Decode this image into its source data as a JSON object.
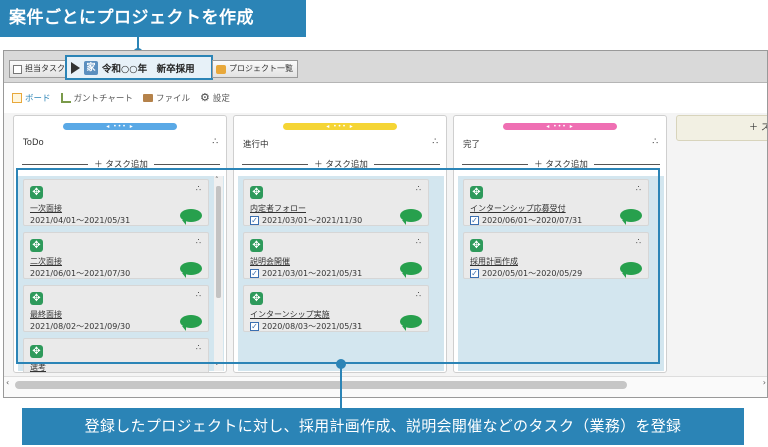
{
  "callouts": {
    "top": "案件ごとにプロジェクトを作成",
    "bottom": "登録したプロジェクトに対し、採用計画作成、説明会開催などのタスク（業務）を登録"
  },
  "toolbar": {
    "my_tasks_label": "担当タスク",
    "project_name": "令和○○年　新卒採用",
    "home_icon": "家",
    "project_list_label": "プロジェクト一覧"
  },
  "view_tabs": [
    {
      "label": "ボード",
      "icon": "board-icon",
      "active": true
    },
    {
      "label": "ガントチャート",
      "icon": "gantt-icon",
      "active": false
    },
    {
      "label": "ファイル",
      "icon": "folder-icon",
      "active": false
    },
    {
      "label": "設定",
      "icon": "gear-icon",
      "active": false
    }
  ],
  "add_task_label": "＋ タスク追加",
  "add_lane_label": "＋ ス",
  "lanes": [
    {
      "title": "ToDo",
      "color": "#5aa9e6",
      "cards": [
        {
          "title": "一次面接",
          "date": "2021/04/01～2021/05/31",
          "checked": false
        },
        {
          "title": "二次面接",
          "date": "2021/06/01～2021/07/30",
          "checked": false
        },
        {
          "title": "最終面接",
          "date": "2021/08/02～2021/09/30",
          "checked": false
        },
        {
          "title": "選考",
          "date": "",
          "checked": false
        }
      ]
    },
    {
      "title": "進行中",
      "color": "#f5d535",
      "cards": [
        {
          "title": "内定者フォロー",
          "date": "2021/03/01～2021/11/30",
          "checked": true
        },
        {
          "title": "説明会開催",
          "date": "2021/03/01～2021/05/31",
          "checked": true
        },
        {
          "title": "インターンシップ実施",
          "date": "2020/08/03～2021/05/31",
          "checked": true
        }
      ]
    },
    {
      "title": "完了",
      "color": "#ef6fb3",
      "cards": [
        {
          "title": "インターンシップ応募受付",
          "date": "2020/06/01～2020/07/31",
          "checked": true
        },
        {
          "title": "採用計画作成",
          "date": "2020/05/01～2020/05/29",
          "checked": true
        }
      ]
    }
  ],
  "colors": {
    "accent": "#2b84b6",
    "card_move": "#2e9a5b",
    "comment": "#27a04d"
  }
}
